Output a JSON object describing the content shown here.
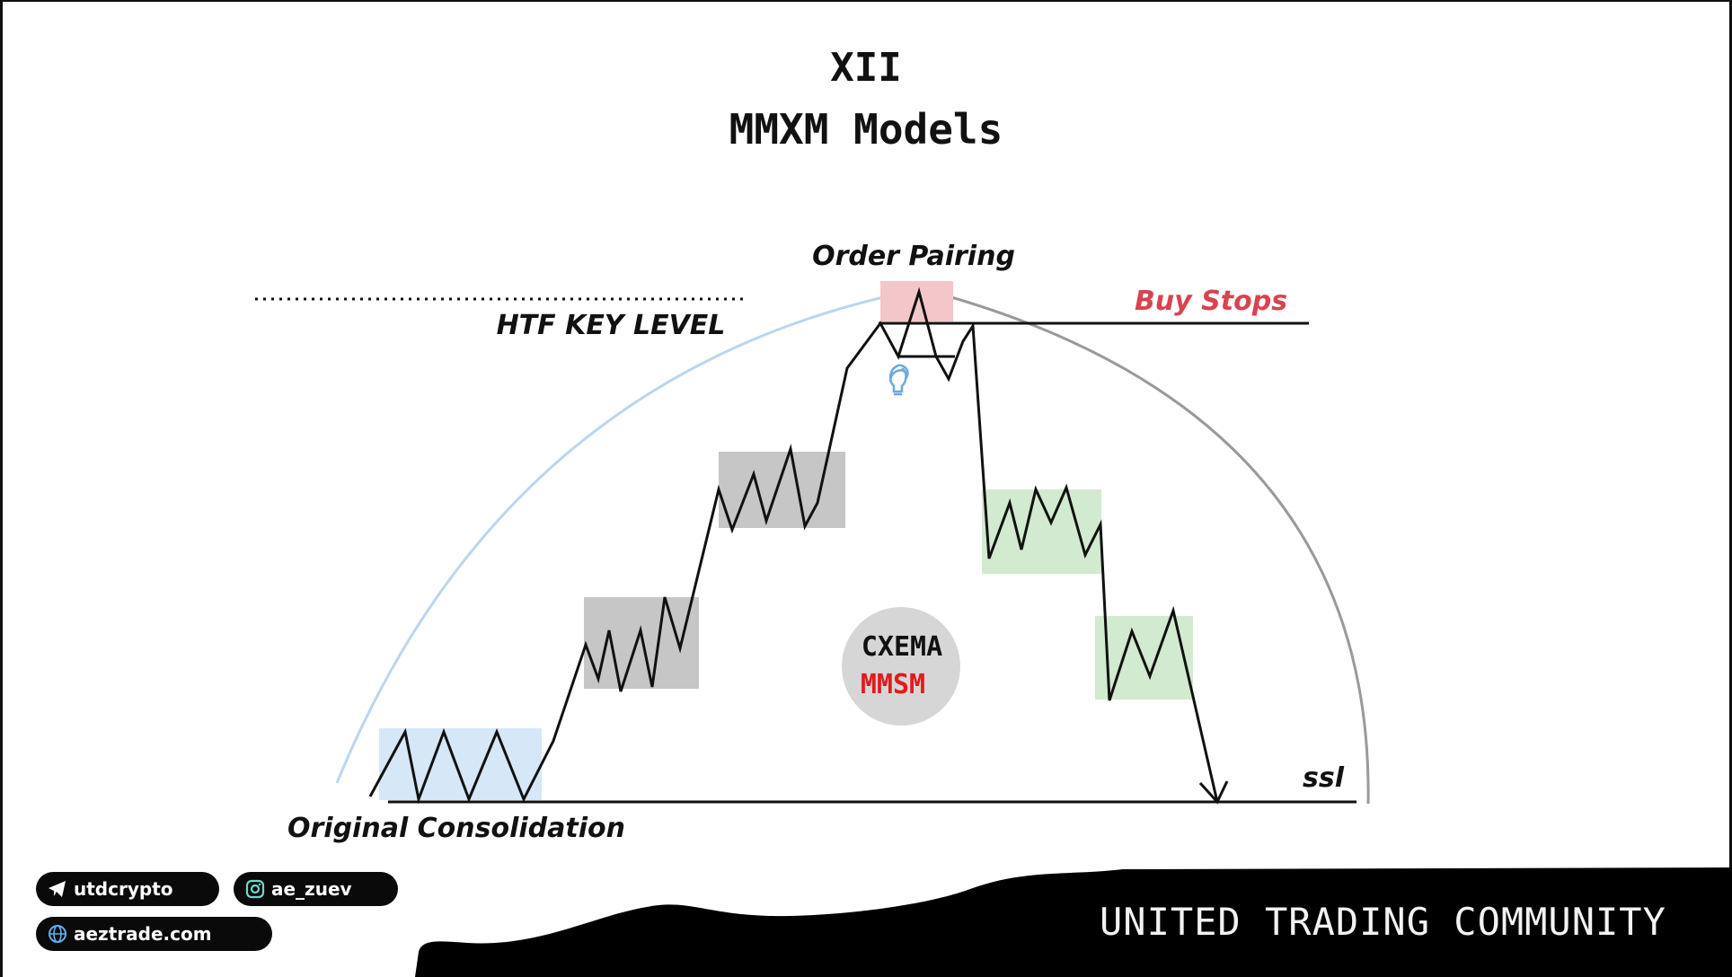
{
  "header": {
    "line1": "XII",
    "line2": "MMXM Models"
  },
  "labels": {
    "order_pairing": "Order Pairing",
    "buy_stops": "Buy Stops",
    "htf_key_level": "HTF KEY LEVEL",
    "ssl": "ssl",
    "original_consolidation": "Original Consolidation"
  },
  "badge": {
    "top": "CXEMA",
    "bottom": "MMSM"
  },
  "footer": {
    "brand": "UNITED TRADING COMMUNITY",
    "links": [
      {
        "label": "utdcrypto",
        "icon": "telegram-icon"
      },
      {
        "label": "ae_zuev",
        "icon": "instagram-icon"
      },
      {
        "label": "aeztrade.com",
        "icon": "globe-icon"
      }
    ]
  },
  "colors": {
    "consolidation_box": "#d6e7f8",
    "accumulation_box": "#c6c6c6",
    "distribution_box": "#d2eacf",
    "order_pairing_box": "#f3c6c9",
    "buy_stops_text": "#d9434f",
    "mmsm_text": "#e11b1b",
    "left_arc": "#bcd6ee",
    "right_arc": "#9a9a9a",
    "bulb": "#6fa8dc"
  }
}
